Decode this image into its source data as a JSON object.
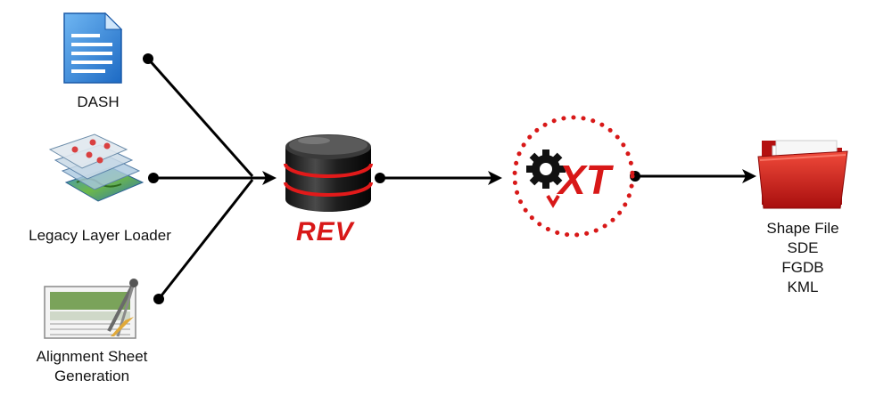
{
  "sources": [
    {
      "label_lines": [
        "DASH"
      ],
      "icon": "document-icon"
    },
    {
      "label_lines": [
        "Legacy Layer Loader"
      ],
      "icon": "map-layers-icon"
    },
    {
      "label_lines": [
        "Alignment Sheet",
        "Generation"
      ],
      "icon": "drafting-sheet-icon"
    }
  ],
  "database": {
    "label": "REV",
    "icon": "database-icon"
  },
  "transform": {
    "label": "XT",
    "icon": "gear-xt-icon"
  },
  "output": {
    "label_lines": [
      "Shape File",
      "SDE",
      "FGDB",
      "KML"
    ],
    "icon": "red-folder-icon"
  },
  "colors": {
    "accent_red": "#d81818",
    "line": "#000000",
    "doc_blue": "#2a7fd4"
  }
}
